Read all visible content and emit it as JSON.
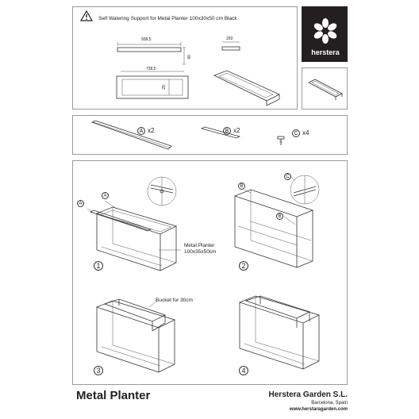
{
  "header": {
    "title": "Self Watering Support for Metal Planter 100x30x50 cm Black",
    "dims": {
      "top_len": "938,5",
      "side_h": "40",
      "small_w": "293",
      "inner_len": "738,5",
      "inner_h": "29"
    }
  },
  "brand": {
    "name": "herstera",
    "bg": "#231f20"
  },
  "parts": [
    {
      "letter": "A",
      "qty": "x2"
    },
    {
      "letter": "B",
      "qty": "x2"
    },
    {
      "letter": "C",
      "qty": "x4"
    }
  ],
  "steps": [
    {
      "num": "1",
      "label1": "Metal Planter",
      "label2": "100x35x50cm",
      "callout_a1": "A",
      "callout_a2": "A"
    },
    {
      "num": "2",
      "callout_b1": "B",
      "callout_b2": "B",
      "callout_c": "C"
    },
    {
      "num": "3",
      "label": "Bucket for 30cm"
    },
    {
      "num": "4"
    }
  ],
  "footer": {
    "product": "Metal Planter",
    "company": "Herstera Garden S.L.",
    "city": "Barcelona, Spain",
    "website": "www.herstaragarden.com"
  }
}
